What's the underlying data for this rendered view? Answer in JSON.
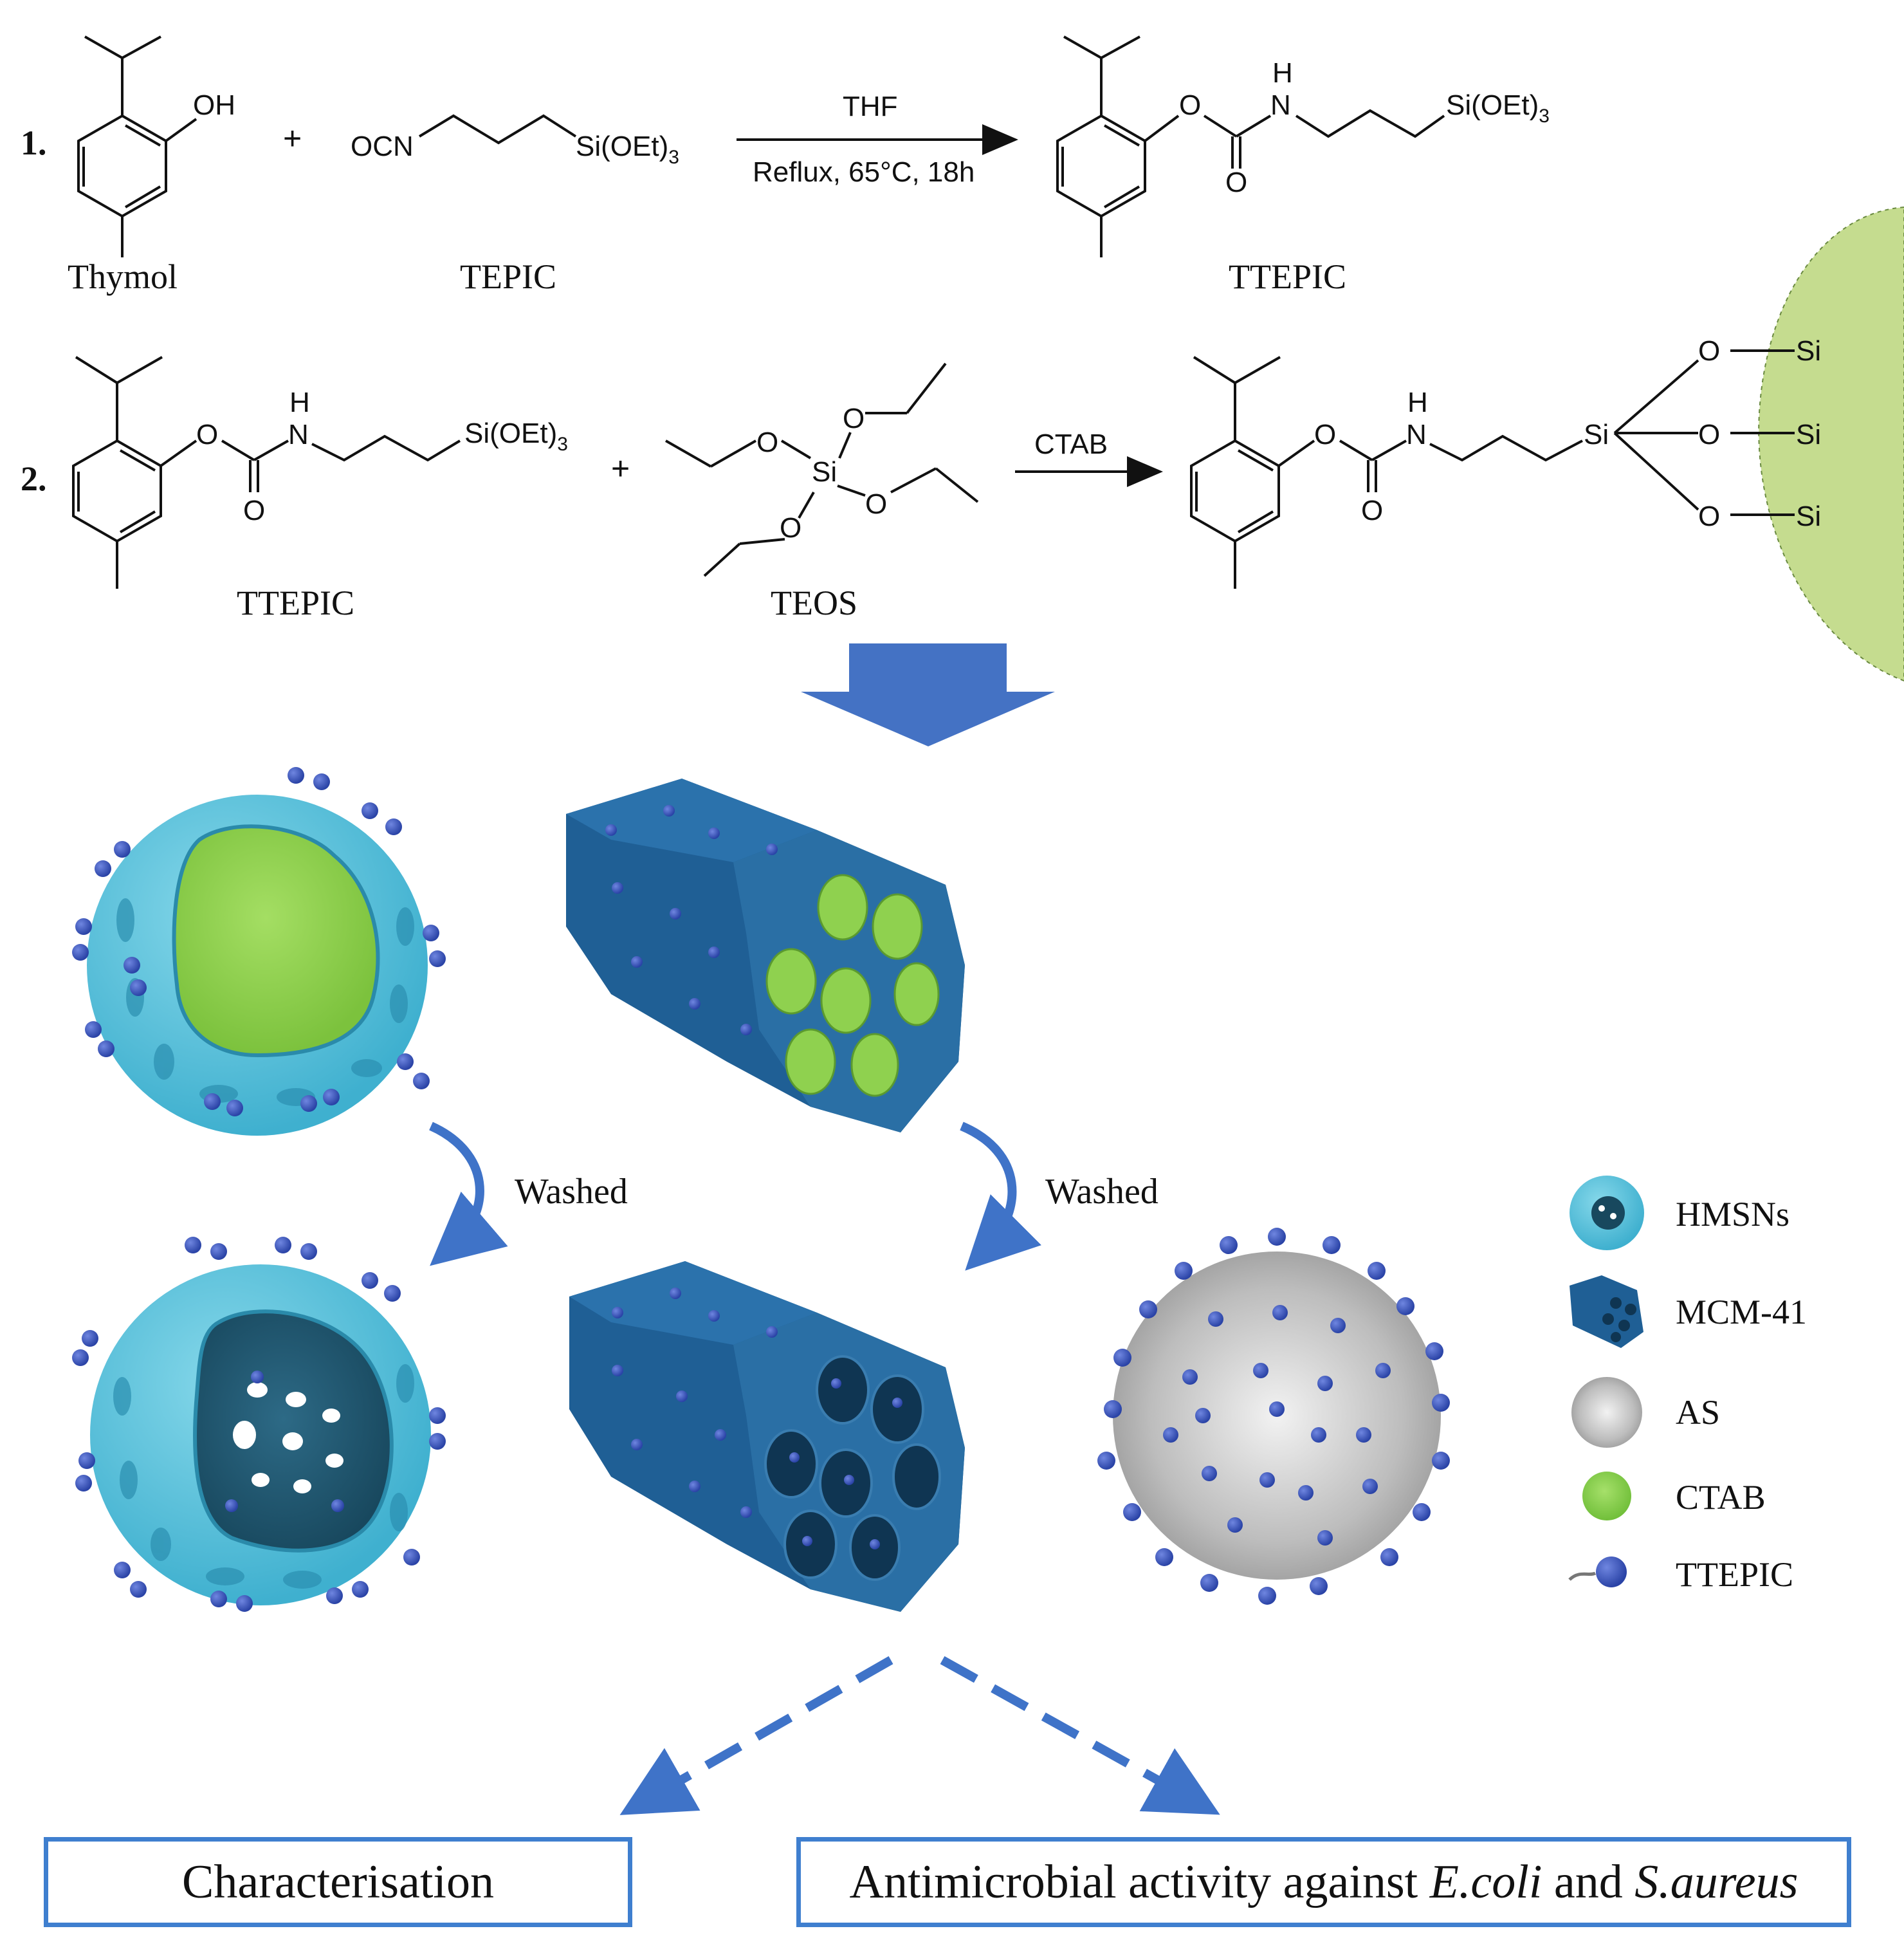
{
  "step1": {
    "number": "1.",
    "plus": "+",
    "thymol_oh": "OH",
    "thymol_label": "Thymol",
    "tepic_ocn": "OCN",
    "tepic_si": "Si(OEt)",
    "tepic_sub": "3",
    "tepic_label": "TEPIC",
    "reagent": "THF",
    "conditions": "Reflux, 65°C, 18h",
    "product_o": "O",
    "product_nh_h": "H",
    "product_nh_n": "N",
    "product_o2": "O",
    "product_si": "Si(OEt)",
    "product_sub": "3",
    "product_label": "TTEPIC"
  },
  "step2": {
    "number": "2.",
    "plus": "+",
    "ttepic_o": "O",
    "ttepic_h": "H",
    "ttepic_n": "N",
    "ttepic_o2": "O",
    "ttepic_si": "Si(OEt)",
    "ttepic_sub": "3",
    "ttepic_label": "TTEPIC",
    "teos_o": "O",
    "teos_si": "Si",
    "teos_label": "TEOS",
    "reagent": "CTAB",
    "product_o": "O",
    "product_h": "H",
    "product_n": "N",
    "product_o2": "O",
    "product_si_center": "Si",
    "product_bridge_o": "O",
    "product_surface_si": "Si"
  },
  "process": {
    "washed_left": "Washed",
    "washed_right": "Washed"
  },
  "legend": {
    "items": [
      {
        "label": "HMSNs",
        "icon": "hmsn-icon"
      },
      {
        "label": "MCM-41",
        "icon": "mcm41-icon"
      },
      {
        "label": "AS",
        "icon": "as-sphere-icon"
      },
      {
        "label": "CTAB",
        "icon": "ctab-sphere-icon"
      },
      {
        "label": "TTEPIC",
        "icon": "ttepic-icon"
      }
    ]
  },
  "outcomes": {
    "characterisation": "Characterisation",
    "antimicrobial_prefix": "Antimicrobial activity against ",
    "antimicrobial_ecoli": "E.coli",
    "antimicrobial_and": " and ",
    "antimicrobial_saureus": "S.aureus"
  },
  "colors": {
    "hmsn_shell": "#5cc3dc",
    "hmsn_core": "#8fd14f",
    "mcm_blue": "#1f5f95",
    "ttepic_blue": "#3553b8",
    "arrow_blue": "#3f73c8",
    "box_border": "#3f7fcf",
    "silica_surface": "#c5dc8f"
  }
}
